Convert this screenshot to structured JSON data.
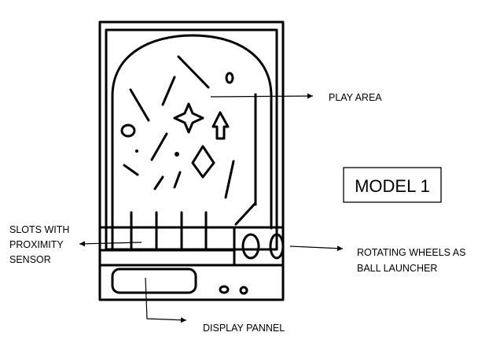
{
  "labels": {
    "play_area": "PLAY AREA",
    "slots_line1": "SLOTS WITH",
    "slots_line2": "PROXIMITY",
    "slots_line3": "SENSOR",
    "wheels_line1": "ROTATING WHEELS AS",
    "wheels_line2": "BALL LAUNCHER",
    "display": "DISPLAY PANNEL"
  },
  "model_title": "MODEL 1",
  "colors": {
    "ink": "#000000",
    "background": "#ffffff"
  }
}
